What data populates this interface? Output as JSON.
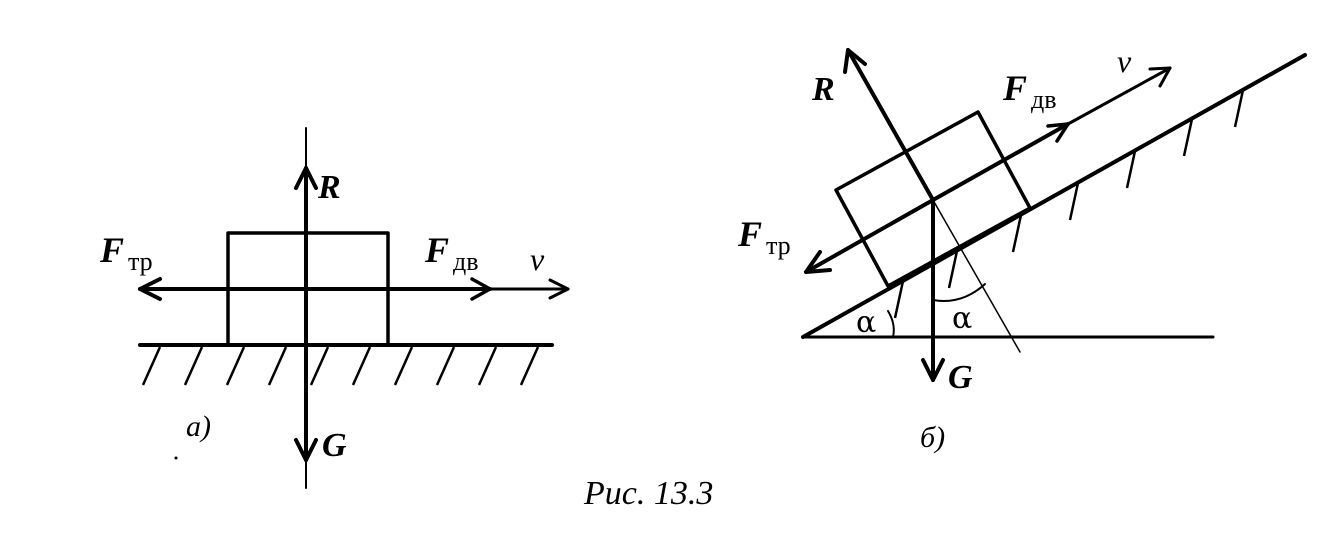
{
  "figure_a": {
    "label_R": "R",
    "label_G": "G",
    "label_F": "F",
    "label_F_sub_tr": "тр",
    "label_F_dv": "F",
    "label_F_sub_dv": "дв",
    "label_v": "v",
    "caption": "а)"
  },
  "figure_b": {
    "label_R": "R",
    "label_G": "G",
    "label_F": "F",
    "label_F_sub_tr": "тр",
    "label_F_dv": "F",
    "label_F_sub_dv": "дв",
    "label_v": "v",
    "angle_left": "α",
    "angle_right": "α",
    "caption": "б)"
  },
  "figure_caption": "Рис. 13.3"
}
